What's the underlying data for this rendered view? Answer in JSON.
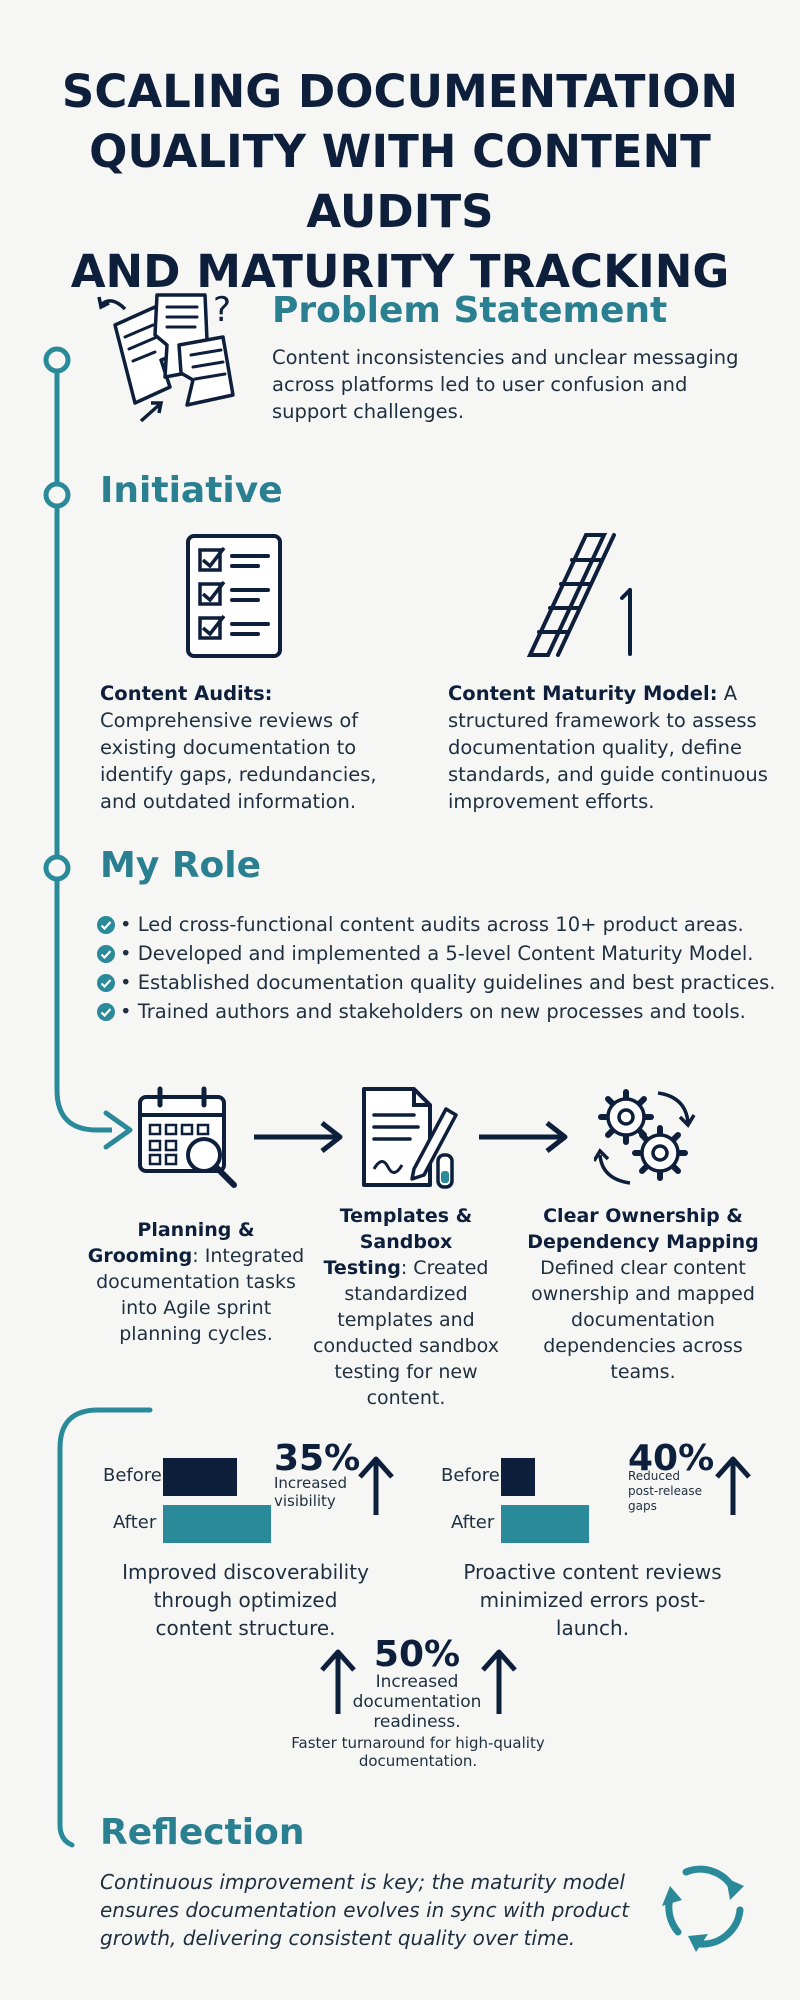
{
  "title_lines": [
    "SCALING DOCUMENTATION",
    "QUALITY WITH CONTENT AUDITS",
    "AND MATURITY TRACKING"
  ],
  "problem": {
    "heading": "Problem Statement",
    "lines": [
      "Content inconsistencies and unclear messaging",
      "across platforms led to user confusion and",
      "support challenges."
    ]
  },
  "initiative": {
    "heading": "Initiative",
    "audits": {
      "lead": "Content Audits:",
      "lines": [
        "Comprehensive reviews of",
        "existing documentation to",
        "identify gaps, redundancies,",
        "and outdated information."
      ]
    },
    "maturity": {
      "lead": "Content Maturity Model:",
      "first_rest": " A",
      "lines": [
        "structured framework to assess",
        "documentation quality, define",
        "standards, and guide continuous",
        "improvement efforts."
      ]
    }
  },
  "role": {
    "heading": "My Role",
    "items": [
      "• Led cross-functional content audits across 10+ product areas.",
      "• Developed and implemented a 5-level Content Maturity Model.",
      "• Established documentation quality guidelines and best practices.",
      "• Trained authors and stakeholders on new processes and tools."
    ]
  },
  "steps": [
    {
      "lines": [
        [
          {
            "b": "Planning &"
          }
        ],
        [
          {
            "b": "Grooming"
          },
          {
            "t": ": Integrated"
          }
        ],
        [
          {
            "t": "documentation tasks"
          }
        ],
        [
          {
            "t": "into Agile sprint"
          }
        ],
        [
          {
            "t": "planning cycles."
          }
        ]
      ]
    },
    {
      "lines": [
        [
          {
            "b": "Templates & Sandbox"
          }
        ],
        [
          {
            "b": "Testing"
          },
          {
            "t": ": Created"
          }
        ],
        [
          {
            "t": "standardized"
          }
        ],
        [
          {
            "t": "templates and"
          }
        ],
        [
          {
            "t": "conducted sandbox"
          }
        ],
        [
          {
            "t": "testing for new"
          }
        ],
        [
          {
            "t": "content."
          }
        ]
      ]
    },
    {
      "lines": [
        [
          {
            "b": "Clear Ownership &"
          }
        ],
        [
          {
            "b": "Dependency Mapping"
          }
        ],
        [
          {
            "t": "Defined clear content"
          }
        ],
        [
          {
            "t": "ownership and mapped"
          }
        ],
        [
          {
            "t": "documentation"
          }
        ],
        [
          {
            "t": "dependencies across"
          }
        ],
        [
          {
            "t": "teams."
          }
        ]
      ]
    }
  ],
  "metrics": {
    "visibility": {
      "before_label": "Before",
      "after_label": "After",
      "value": "35%",
      "desc_lines": [
        "Increased",
        "visibility"
      ],
      "before_level": 0.37,
      "after_level": 0.54,
      "caption": [
        "Improved discoverability",
        "through optimized",
        "content structure."
      ]
    },
    "gaps": {
      "before_label": "Before",
      "after_label": "After",
      "value": "40%",
      "desc_lines": [
        "Reduced",
        "post-release",
        "gaps"
      ],
      "before_level": 0.17,
      "after_level": 0.44,
      "caption": [
        "Proactive content reviews",
        "minimized errors post-launch."
      ]
    },
    "readiness": {
      "value": "50%",
      "desc_lines": [
        "Increased",
        "documentation",
        "readiness."
      ],
      "note": "Faster turnaround for high-quality",
      "note2": "documentation."
    }
  },
  "reflection": {
    "heading": "Reflection",
    "lines": [
      "Continuous improvement is key; the maturity model",
      "ensures documentation evolves in sync with product",
      "growth, delivering consistent quality over time."
    ]
  },
  "colors": {
    "navy": "#0e1f3c",
    "teal": "#2a8a99",
    "heading_teal": "#2a7f90"
  }
}
